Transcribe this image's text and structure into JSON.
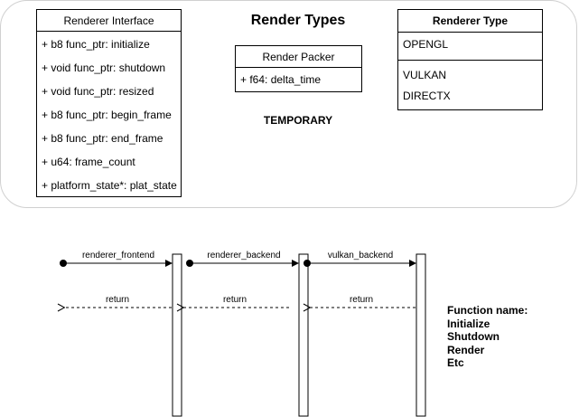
{
  "title": "Render Types",
  "temporary_label": "TEMPORARY",
  "renderer_interface": {
    "header": "Renderer Interface",
    "fields": [
      "+ b8 func_ptr: initialize",
      "+ void func_ptr: shutdown",
      "+ void func_ptr: resized",
      "+ b8 func_ptr: begin_frame",
      "+ b8 func_ptr: end_frame",
      "+ u64: frame_count",
      "+ platform_state*: plat_state"
    ]
  },
  "render_packer": {
    "header": "Render Packer",
    "fields": [
      "+ f64: delta_time"
    ]
  },
  "renderer_type": {
    "header": "Renderer Type",
    "values": [
      "OPENGL",
      "VULKAN",
      "DIRECTX"
    ]
  },
  "sequence": {
    "calls": [
      "renderer_frontend",
      "renderer_backend",
      "vulkan_backend"
    ],
    "returns": [
      "return",
      "return",
      "return"
    ]
  },
  "note": {
    "heading": "Function name:",
    "items": [
      "Initialize",
      "Shutdown",
      "Render",
      "Etc"
    ]
  }
}
